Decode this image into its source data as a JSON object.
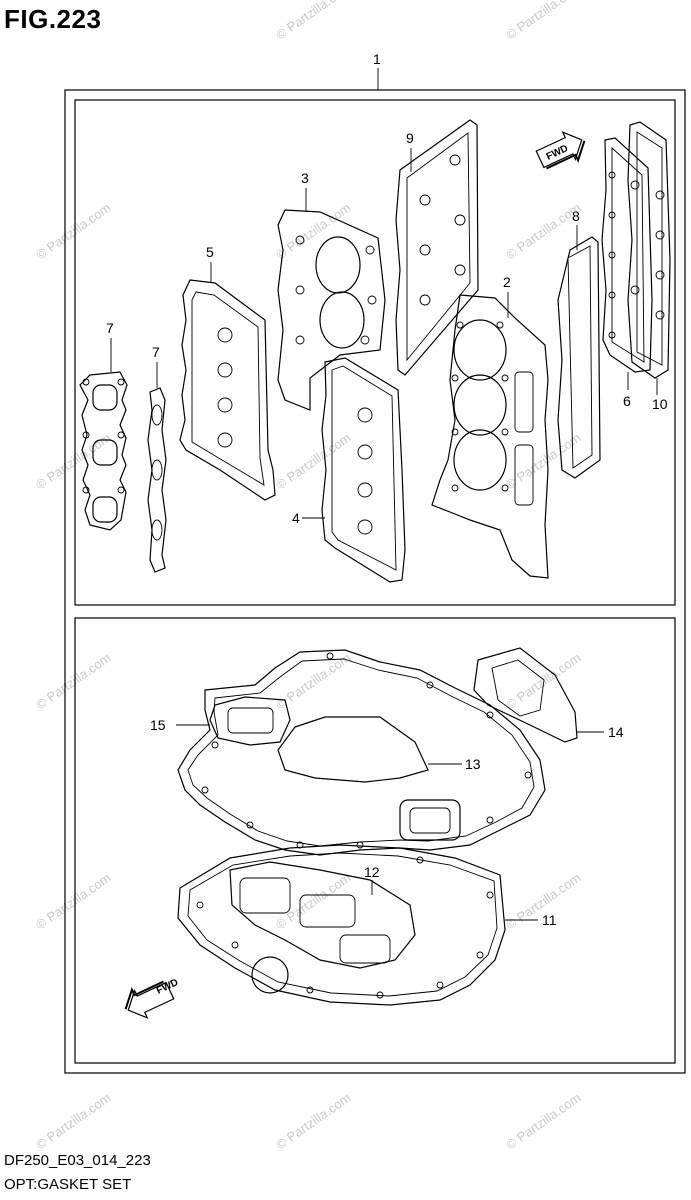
{
  "figure": {
    "title": "FIG.223"
  },
  "watermark": {
    "text": "© Partzilla.com"
  },
  "fwd_label": "FWD",
  "callouts": {
    "c1": "1",
    "c2": "2",
    "c3": "3",
    "c4": "4",
    "c5": "5",
    "c6": "6",
    "c7a": "7",
    "c7b": "7",
    "c8": "8",
    "c9": "9",
    "c10": "10",
    "c11": "11",
    "c12": "12",
    "c13": "13",
    "c14": "14",
    "c15": "15"
  },
  "footer": {
    "diagram_code": "DF250_E03_014_223",
    "section_name": "OPT:GASKET SET"
  }
}
